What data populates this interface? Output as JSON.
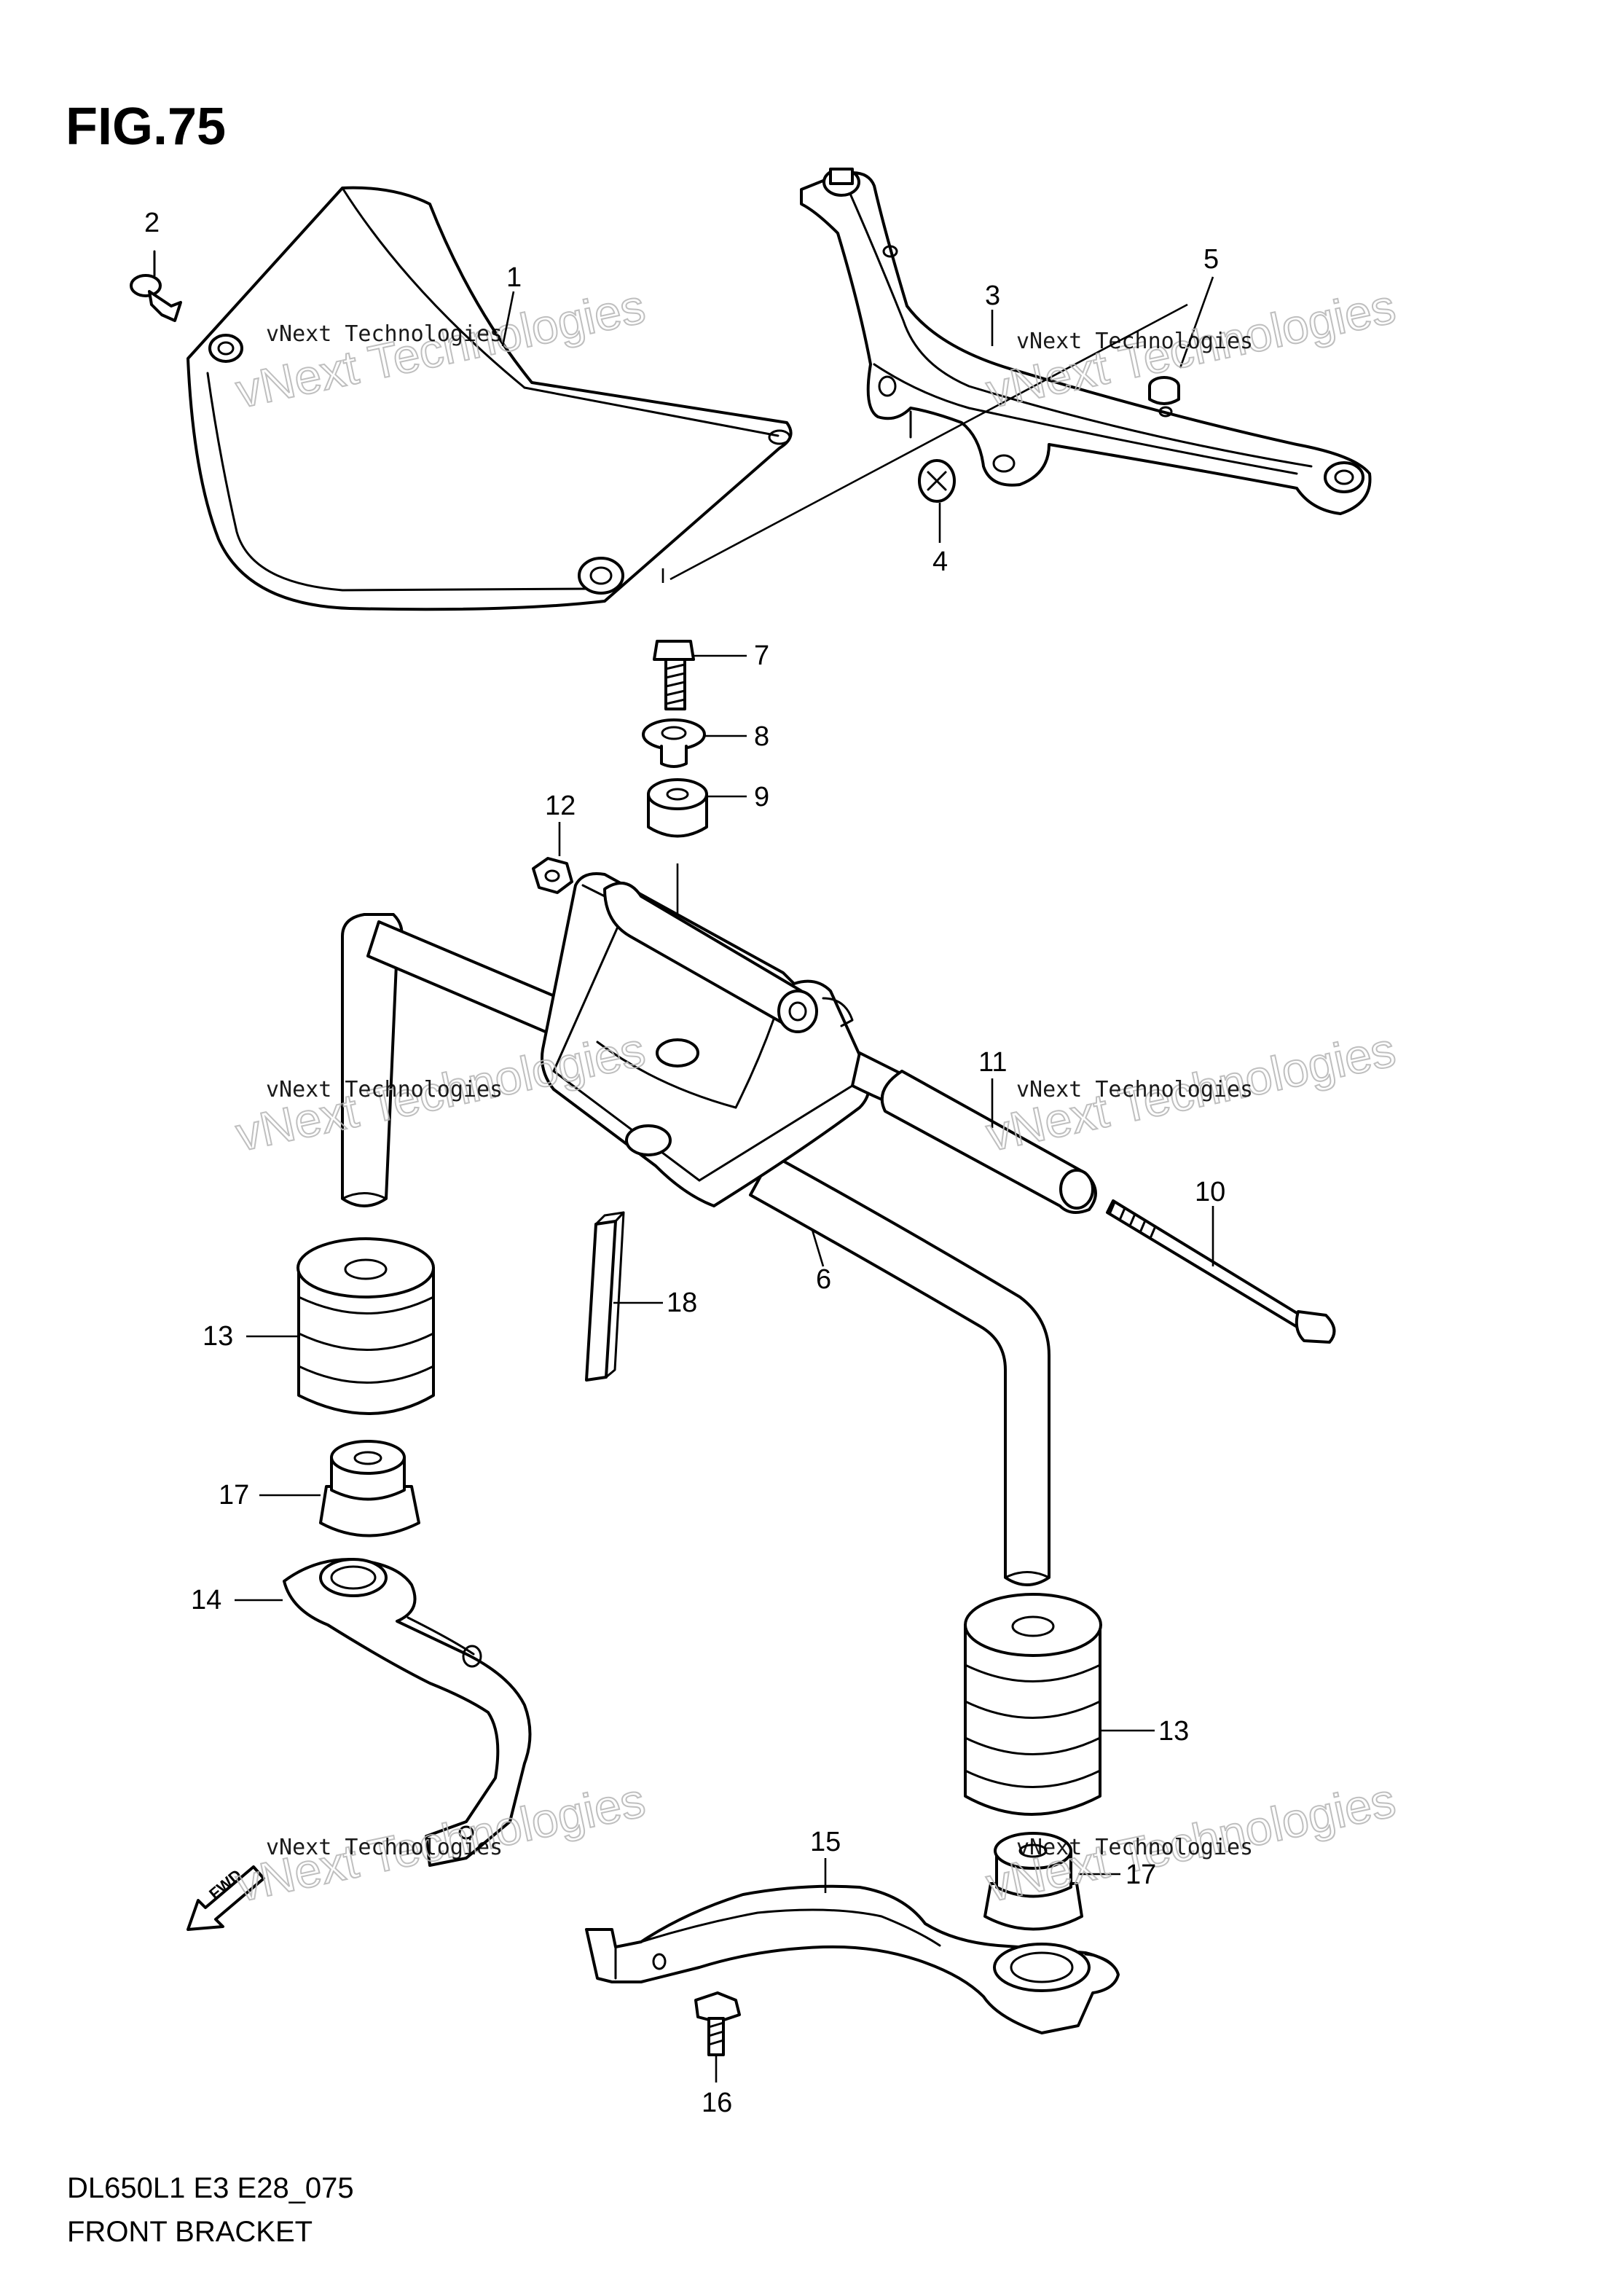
{
  "figure": {
    "title": "FIG.75",
    "model_code": "DL650L1 E3 E28_075",
    "caption": "FRONT BRACKET"
  },
  "watermark": {
    "small_text": "vNext Technologies",
    "large_text": "vNext Technologies"
  },
  "fwd_arrow": {
    "label": "FWD"
  },
  "callouts": [
    {
      "id": "c1",
      "number": "1",
      "part": "cover"
    },
    {
      "id": "c2",
      "number": "2",
      "part": "clip"
    },
    {
      "id": "c3",
      "number": "3",
      "part": "cover-bracket"
    },
    {
      "id": "c4",
      "number": "4",
      "part": "screw"
    },
    {
      "id": "c5",
      "number": "5",
      "part": "cushion"
    },
    {
      "id": "c6",
      "number": "6",
      "part": "front-bracket"
    },
    {
      "id": "c7",
      "number": "7",
      "part": "bolt"
    },
    {
      "id": "c8",
      "number": "8",
      "part": "spacer"
    },
    {
      "id": "c9",
      "number": "9",
      "part": "cushion"
    },
    {
      "id": "c10",
      "number": "10",
      "part": "bolt"
    },
    {
      "id": "c11",
      "number": "11",
      "part": "collar"
    },
    {
      "id": "c12",
      "number": "12",
      "part": "nut"
    },
    {
      "id": "c13a",
      "number": "13",
      "part": "damper-left"
    },
    {
      "id": "c13b",
      "number": "13",
      "part": "damper-right"
    },
    {
      "id": "c14",
      "number": "14",
      "part": "bracket-left"
    },
    {
      "id": "c15",
      "number": "15",
      "part": "bracket-right"
    },
    {
      "id": "c16",
      "number": "16",
      "part": "bolt"
    },
    {
      "id": "c17a",
      "number": "17",
      "part": "cushion-left"
    },
    {
      "id": "c17b",
      "number": "17",
      "part": "cushion-right"
    },
    {
      "id": "c18",
      "number": "18",
      "part": "cushion-strip"
    }
  ]
}
